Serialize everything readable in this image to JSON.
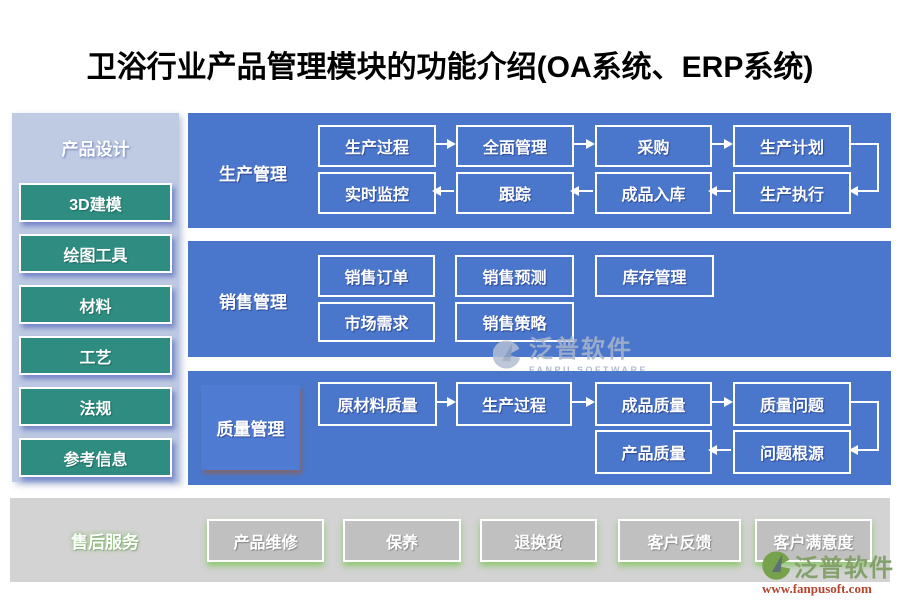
{
  "title": "卫浴行业产品管理模块的功能介绍(OA系统、ERP系统)",
  "colors": {
    "panel_blue": "#4a77cc",
    "sidebar_bg": "#bfcae3",
    "sidebar_button_teal": "#2e8c80",
    "footer_bar_gray": "#d3d3d3",
    "footer_button_gray": "#c0c0c0",
    "footer_glow_green": "#82c85f",
    "brand_green": "#84a06b",
    "brand_url_red": "#b5452e",
    "box_border_white": "#ffffff"
  },
  "sidebar": {
    "header": "产品设计",
    "items": [
      "3D建模",
      "绘图工具",
      "材料",
      "工艺",
      "法规",
      "参考信息"
    ]
  },
  "sections": {
    "production": {
      "label": "生产管理",
      "row1": [
        "生产过程",
        "全面管理",
        "采购",
        "生产计划"
      ],
      "row2": [
        "实时监控",
        "跟踪",
        "成品入库",
        "生产执行"
      ]
    },
    "sales": {
      "label": "销售管理",
      "row1": [
        "销售订单",
        "销售预测",
        "库存管理"
      ],
      "row2": [
        "市场需求",
        "销售策略"
      ]
    },
    "quality": {
      "label": "质量管理",
      "row1": [
        "原材料质量",
        "生产过程",
        "成品质量",
        "质量问题"
      ],
      "row2": [
        "产品质量",
        "问题根源"
      ]
    }
  },
  "footer": {
    "label": "售后服务",
    "items": [
      "产品维修",
      "保养",
      "退换货",
      "客户反馈",
      "客户满意度"
    ]
  },
  "watermark": {
    "name": "泛普软件",
    "subtitle": "FANPU SOFTWARE"
  },
  "brand": {
    "name": "泛普软件",
    "url": "www.fanpusoft.com"
  }
}
